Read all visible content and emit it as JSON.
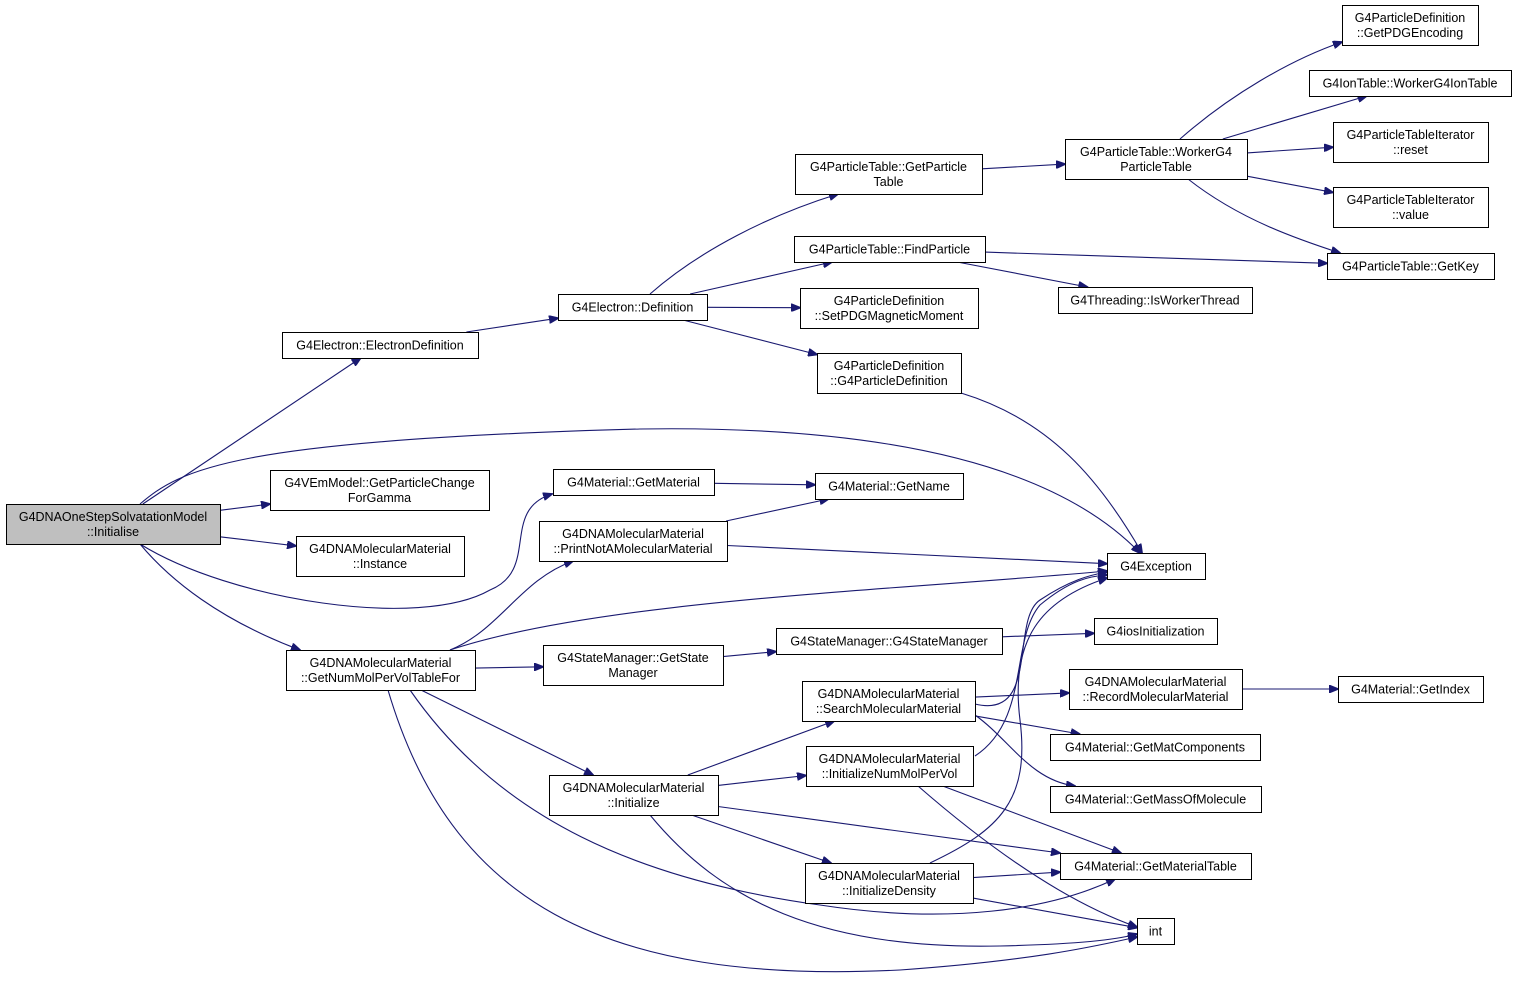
{
  "graph": {
    "root": "initialise",
    "nodes": [
      {
        "id": "initialise",
        "lines": [
          "G4DNAOneStepSolvatationModel",
          "::Initialise"
        ]
      },
      {
        "id": "electronDefinition",
        "lines": [
          "G4Electron::ElectronDefinition"
        ]
      },
      {
        "id": "electronDef",
        "lines": [
          "G4Electron::Definition"
        ]
      },
      {
        "id": "ptGetParticleTable",
        "lines": [
          "G4ParticleTable::GetParticle",
          "Table"
        ]
      },
      {
        "id": "ptFindParticle",
        "lines": [
          "G4ParticleTable::FindParticle"
        ]
      },
      {
        "id": "pdSetPDGMag",
        "lines": [
          "G4ParticleDefinition",
          "::SetPDGMagneticMoment"
        ]
      },
      {
        "id": "pdCtor",
        "lines": [
          "G4ParticleDefinition",
          "::G4ParticleDefinition"
        ]
      },
      {
        "id": "ptWorker",
        "lines": [
          "G4ParticleTable::WorkerG4",
          "ParticleTable"
        ]
      },
      {
        "id": "pdGetPDG",
        "lines": [
          "G4ParticleDefinition",
          "::GetPDGEncoding"
        ]
      },
      {
        "id": "ionWorker",
        "lines": [
          "G4IonTable::WorkerG4IonTable"
        ]
      },
      {
        "id": "ptiReset",
        "lines": [
          "G4ParticleTableIterator",
          "::reset"
        ]
      },
      {
        "id": "ptiValue",
        "lines": [
          "G4ParticleTableIterator",
          "::value"
        ]
      },
      {
        "id": "ptGetKey",
        "lines": [
          "G4ParticleTable::GetKey"
        ]
      },
      {
        "id": "isWorkerThread",
        "lines": [
          "G4Threading::IsWorkerThread"
        ]
      },
      {
        "id": "vemGetPC",
        "lines": [
          "G4VEmModel::GetParticleChange",
          "ForGamma"
        ]
      },
      {
        "id": "mmInstance",
        "lines": [
          "G4DNAMolecularMaterial",
          "::Instance"
        ]
      },
      {
        "id": "matGetMaterial",
        "lines": [
          "G4Material::GetMaterial"
        ]
      },
      {
        "id": "matGetName",
        "lines": [
          "G4Material::GetName"
        ]
      },
      {
        "id": "mmPrintNot",
        "lines": [
          "G4DNAMolecularMaterial",
          "::PrintNotAMolecularMaterial"
        ]
      },
      {
        "id": "g4Exception",
        "lines": [
          "G4Exception"
        ]
      },
      {
        "id": "mmGetNumMol",
        "lines": [
          "G4DNAMolecularMaterial",
          "::GetNumMolPerVolTableFor"
        ]
      },
      {
        "id": "smGetState",
        "lines": [
          "G4StateManager::GetState",
          "Manager"
        ]
      },
      {
        "id": "smCtor",
        "lines": [
          "G4StateManager::G4StateManager"
        ]
      },
      {
        "id": "iosInit",
        "lines": [
          "G4iosInitialization"
        ]
      },
      {
        "id": "mmSearch",
        "lines": [
          "G4DNAMolecularMaterial",
          "::SearchMolecularMaterial"
        ]
      },
      {
        "id": "mmRecord",
        "lines": [
          "G4DNAMolecularMaterial",
          "::RecordMolecularMaterial"
        ]
      },
      {
        "id": "matGetIndex",
        "lines": [
          "G4Material::GetIndex"
        ]
      },
      {
        "id": "matGetMatComp",
        "lines": [
          "G4Material::GetMatComponents"
        ]
      },
      {
        "id": "matGetMass",
        "lines": [
          "G4Material::GetMassOfMolecule"
        ]
      },
      {
        "id": "mmInitialize",
        "lines": [
          "G4DNAMolecularMaterial",
          "::Initialize"
        ]
      },
      {
        "id": "mmInitNumMol",
        "lines": [
          "G4DNAMolecularMaterial",
          "::InitializeNumMolPerVol"
        ]
      },
      {
        "id": "mmInitDensity",
        "lines": [
          "G4DNAMolecularMaterial",
          "::InitializeDensity"
        ]
      },
      {
        "id": "matGetMatTable",
        "lines": [
          "G4Material::GetMaterialTable"
        ]
      },
      {
        "id": "int",
        "lines": [
          "int"
        ]
      }
    ],
    "edges": [
      [
        "initialise",
        "electronDefinition"
      ],
      [
        "initialise",
        "g4Exception"
      ],
      [
        "initialise",
        "vemGetPC"
      ],
      [
        "initialise",
        "mmInstance"
      ],
      [
        "initialise",
        "matGetMaterial"
      ],
      [
        "initialise",
        "mmGetNumMol"
      ],
      [
        "electronDefinition",
        "electronDef"
      ],
      [
        "electronDef",
        "ptGetParticleTable"
      ],
      [
        "electronDef",
        "ptFindParticle"
      ],
      [
        "electronDef",
        "pdSetPDGMag"
      ],
      [
        "electronDef",
        "pdCtor"
      ],
      [
        "ptGetParticleTable",
        "ptWorker"
      ],
      [
        "ptWorker",
        "pdGetPDG"
      ],
      [
        "ptWorker",
        "ionWorker"
      ],
      [
        "ptWorker",
        "ptiReset"
      ],
      [
        "ptWorker",
        "ptiValue"
      ],
      [
        "ptWorker",
        "ptGetKey"
      ],
      [
        "ptFindParticle",
        "ptGetKey"
      ],
      [
        "ptFindParticle",
        "isWorkerThread"
      ],
      [
        "pdCtor",
        "g4Exception"
      ],
      [
        "matGetMaterial",
        "matGetName"
      ],
      [
        "mmPrintNot",
        "matGetName"
      ],
      [
        "mmPrintNot",
        "g4Exception"
      ],
      [
        "mmGetNumMol",
        "mmPrintNot"
      ],
      [
        "mmGetNumMol",
        "g4Exception"
      ],
      [
        "mmGetNumMol",
        "smGetState"
      ],
      [
        "mmGetNumMol",
        "mmInitialize"
      ],
      [
        "mmGetNumMol",
        "matGetMatTable"
      ],
      [
        "mmGetNumMol",
        "int"
      ],
      [
        "smGetState",
        "smCtor"
      ],
      [
        "smCtor",
        "iosInit"
      ],
      [
        "mmInitialize",
        "mmSearch"
      ],
      [
        "mmInitialize",
        "mmInitNumMol"
      ],
      [
        "mmInitialize",
        "mmInitDensity"
      ],
      [
        "mmInitialize",
        "matGetMatTable"
      ],
      [
        "mmInitialize",
        "int"
      ],
      [
        "mmSearch",
        "mmRecord"
      ],
      [
        "mmSearch",
        "matGetMatComp"
      ],
      [
        "mmSearch",
        "matGetMass"
      ],
      [
        "mmSearch",
        "g4Exception"
      ],
      [
        "mmRecord",
        "matGetIndex"
      ],
      [
        "mmInitNumMol",
        "g4Exception"
      ],
      [
        "mmInitNumMol",
        "matGetMatTable"
      ],
      [
        "mmInitNumMol",
        "int"
      ],
      [
        "mmInitDensity",
        "g4Exception"
      ],
      [
        "mmInitDensity",
        "matGetMatTable"
      ],
      [
        "mmInitDensity",
        "int"
      ]
    ]
  },
  "colors": {
    "edge": "#191970",
    "node_fill": "#ffffff",
    "root_fill": "#bfbfbf",
    "border": "#000000"
  }
}
